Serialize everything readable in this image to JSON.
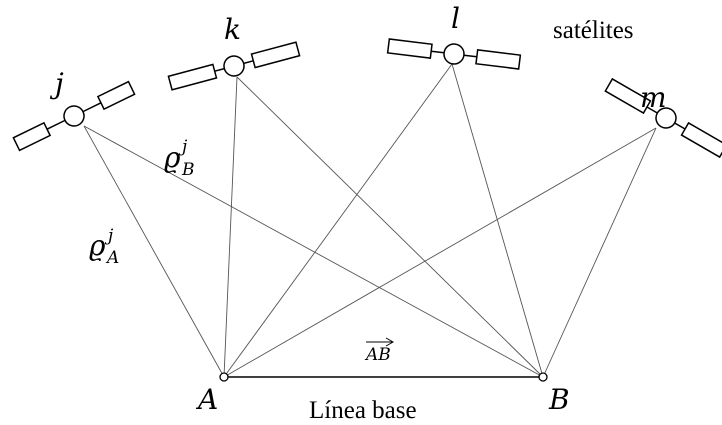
{
  "title_label": "satélites",
  "satellites": [
    {
      "id": "j",
      "label": "j"
    },
    {
      "id": "k",
      "label": "k"
    },
    {
      "id": "l",
      "label": "l"
    },
    {
      "id": "m",
      "label": "m"
    }
  ],
  "stations": [
    {
      "id": "A",
      "label": "A"
    },
    {
      "id": "B",
      "label": "B"
    }
  ],
  "ranges": [
    {
      "id": "rho_B_j",
      "symbol": "ϱ",
      "sup": "j",
      "sub": "B"
    },
    {
      "id": "rho_A_j",
      "symbol": "ϱ",
      "sup": "j",
      "sub": "A"
    }
  ],
  "baseline_vector": "AB",
  "baseline_label": "Línea base",
  "colors": {
    "lines": "#555555",
    "outline": "#000000",
    "background": "#ffffff"
  }
}
